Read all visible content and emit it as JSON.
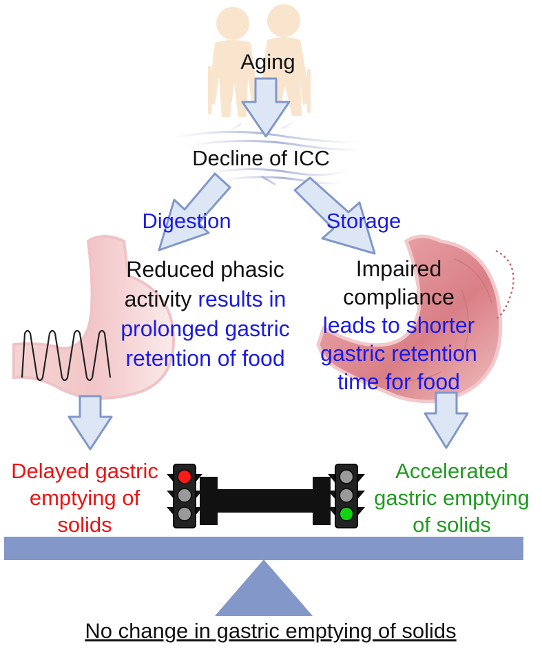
{
  "nodes": {
    "aging": "Aging",
    "decline": "Decline of ICC",
    "digestion": "Digestion",
    "storage": "Storage",
    "left_effect": {
      "line1": "Reduced phasic",
      "line2_black": "activity ",
      "line2_blue": "results in",
      "line3": "prolonged gastric",
      "line4": "retention of food"
    },
    "right_effect": {
      "line1": "Impaired",
      "line2": "compliance",
      "line3": "leads to shorter",
      "line4": "gastric retention",
      "line5": "time for food"
    },
    "delayed": [
      "Delayed gastric",
      "emptying of",
      "solids"
    ],
    "accelerated": [
      "Accelerated",
      "gastric emptying",
      "of solids"
    ],
    "conclusion": "No change in gastric emptying of solids"
  },
  "colors": {
    "arrow_fill": "#dde6f5",
    "arrow_stroke": "#7f97c9",
    "balance": "#8398c8",
    "stomach": "#e9a9ad",
    "text_black": "#111111",
    "text_blue": "#1a1ae6",
    "text_red": "#ee1111",
    "text_green": "#1f9a1f"
  },
  "traffic_lights": {
    "left": {
      "lit": "red"
    },
    "right": {
      "lit": "green"
    }
  }
}
